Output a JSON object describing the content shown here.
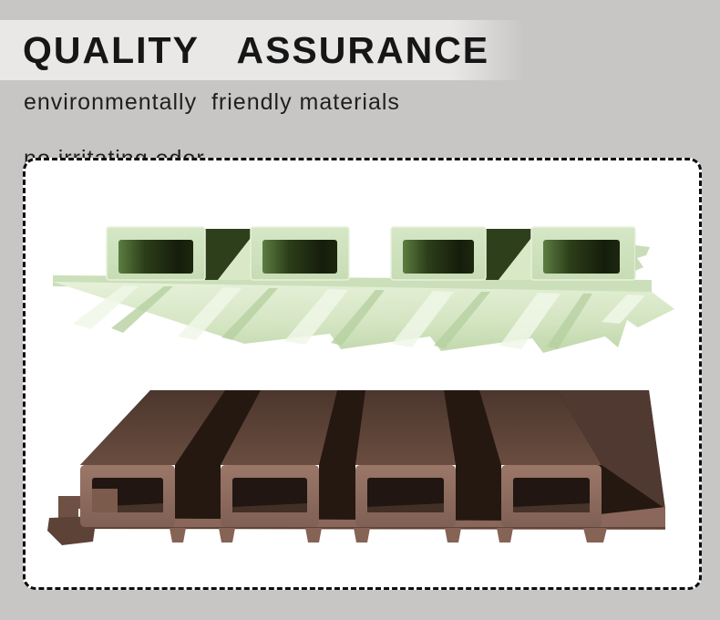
{
  "colors": {
    "page-bg": "#c8c6c5",
    "band-bg": "#e9e8e7",
    "title-text": "#161616",
    "subtitle-text": "#1f1f1f",
    "box-border": "#0d0d0d",
    "box-bg": "#ffffff",
    "green-face": "#cfe2c1",
    "green-hollow": "#1c270f",
    "green-underside": "#dcead0",
    "brown-top": "#57402f",
    "brown-front": "#8e6c5e",
    "brown-hollow": "#211611",
    "brown-base": "#8a675a"
  },
  "header": {
    "title": "QUALITY  ASSURANCE"
  },
  "subtitle": {
    "line1": "environmentally  friendly materials",
    "line2": "no irritating odor"
  },
  "panel": {
    "green_profile_label": "green-wpc-fluted-wall-panel-cross-section",
    "brown_profile_label": "brown-wpc-fluted-wall-panel-cross-section"
  }
}
